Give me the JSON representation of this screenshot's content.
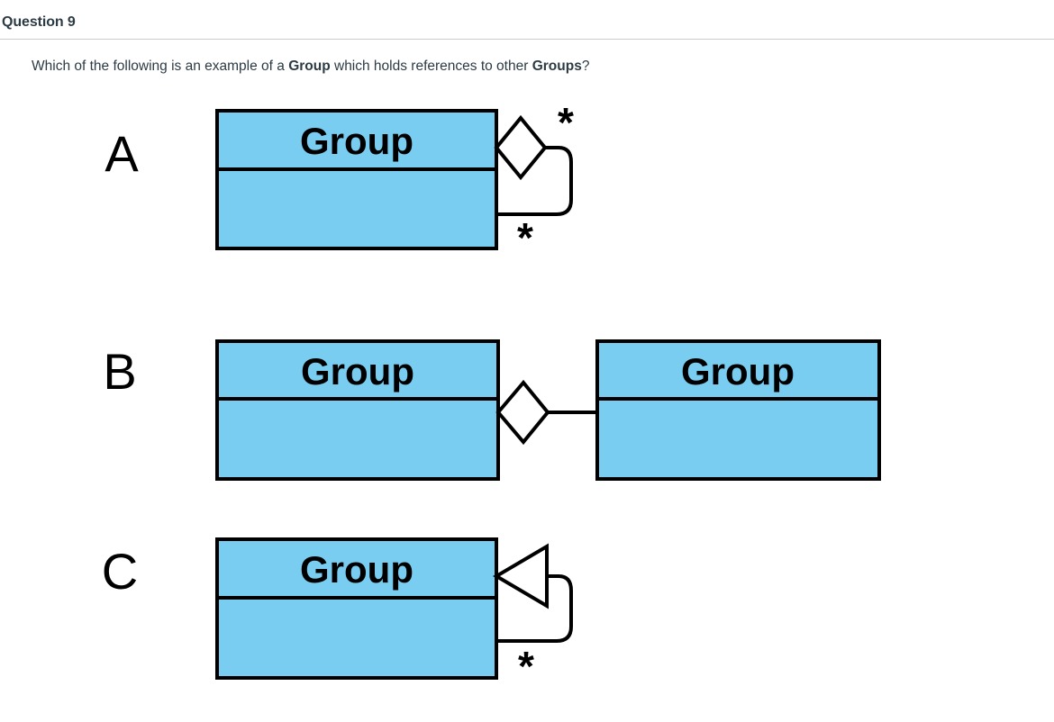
{
  "header": {
    "title": "Question 9"
  },
  "prompt": {
    "part1": "Which of the following is an example of a ",
    "bold1": "Group",
    "part2": " which holds references to other ",
    "bold2": "Groups",
    "part3": "?"
  },
  "colors": {
    "class_fill": "#79cdf0",
    "stroke": "#000000",
    "text": "#2d3b45",
    "rule": "#c7cdd1",
    "page_background": "#ffffff"
  },
  "options": [
    {
      "letter": "A",
      "class_name": "Group",
      "relationship": "self-aggregation",
      "relationship_glyph": "hollow-diamond",
      "multiplicity_near": "*",
      "multiplicity_far": "*"
    },
    {
      "letter": "B",
      "class_name_left": "Group",
      "class_name_right": "Group",
      "relationship": "aggregation",
      "relationship_glyph": "hollow-diamond",
      "multiplicity_near": "",
      "multiplicity_far": ""
    },
    {
      "letter": "C",
      "class_name": "Group",
      "relationship": "self-generalization",
      "relationship_glyph": "hollow-triangle",
      "multiplicity_near": "*",
      "multiplicity_far": ""
    }
  ]
}
